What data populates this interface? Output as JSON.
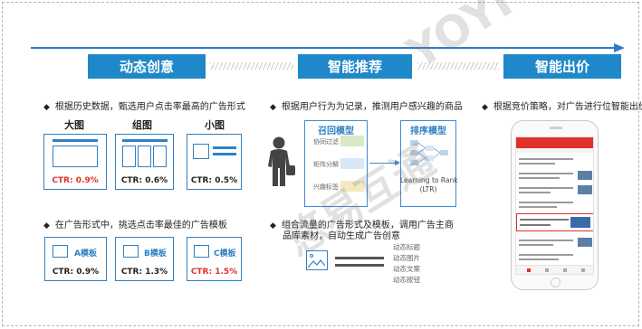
{
  "sections": [
    {
      "title": "动态创意"
    },
    {
      "title": "智能推荐"
    },
    {
      "title": "智能出价"
    }
  ],
  "creative": {
    "bullet1": "根据历史数据，甄选用户点击率最高的广告形式",
    "layouts": [
      {
        "label": "大图",
        "ctr": "CTR: 0.9%"
      },
      {
        "label": "组图",
        "ctr": "CTR: 0.6%"
      },
      {
        "label": "小图",
        "ctr": "CTR: 0.5%"
      }
    ],
    "bullet2": "在广告形式中，挑选点击率最佳的广告模板",
    "templates": [
      {
        "label": "A模板",
        "ctr": "CTR: 0.9%"
      },
      {
        "label": "B模板",
        "ctr": "CTR: 1.3%"
      },
      {
        "label": "C模板",
        "ctr": "CTR: 1.5%"
      }
    ]
  },
  "recommend": {
    "bullet1": "根据用户行为为记录，推测用户感兴趣的商品",
    "recall": {
      "title": "召回模型",
      "items": [
        "协同过滤",
        "矩阵分解",
        "兴趣标签"
      ]
    },
    "rank": {
      "title": "排序模型",
      "caption_line1": "Learning to Rank",
      "caption_line2": "(LTR)"
    },
    "bullet2_line1": "组合流量的广告形式及模板，调用广告主商",
    "bullet2_line2": "品库素材，自动生成广告创意",
    "elements": [
      "动态标题",
      "动态图片",
      "动态文案",
      "动态按钮"
    ]
  },
  "bidding": {
    "bullet1": "根据竞价策略，对广告进行位智能出价"
  },
  "watermark": {
    "latin": "YOYI",
    "cjk": "悠易互通"
  },
  "colors": {
    "accent": "#1f88c8",
    "highlight": "#e0302c"
  }
}
